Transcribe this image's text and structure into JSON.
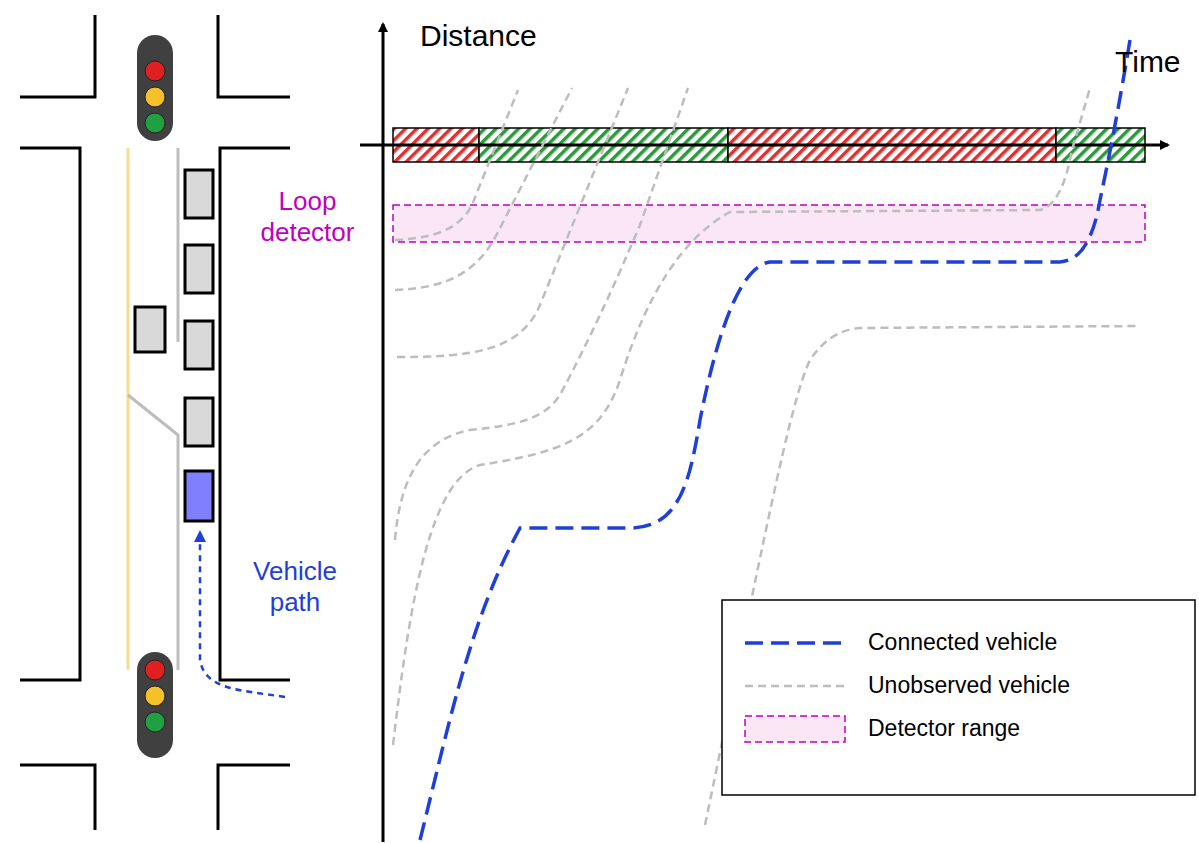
{
  "diagram": {
    "labels": [
      "Distance",
      "Time",
      "Loop detector",
      "Vehicle path"
    ],
    "legend": [
      {
        "text": "Connected vehicle"
      },
      {
        "text": "Unobserved vehicle"
      },
      {
        "text": "Detector range"
      }
    ]
  }
}
